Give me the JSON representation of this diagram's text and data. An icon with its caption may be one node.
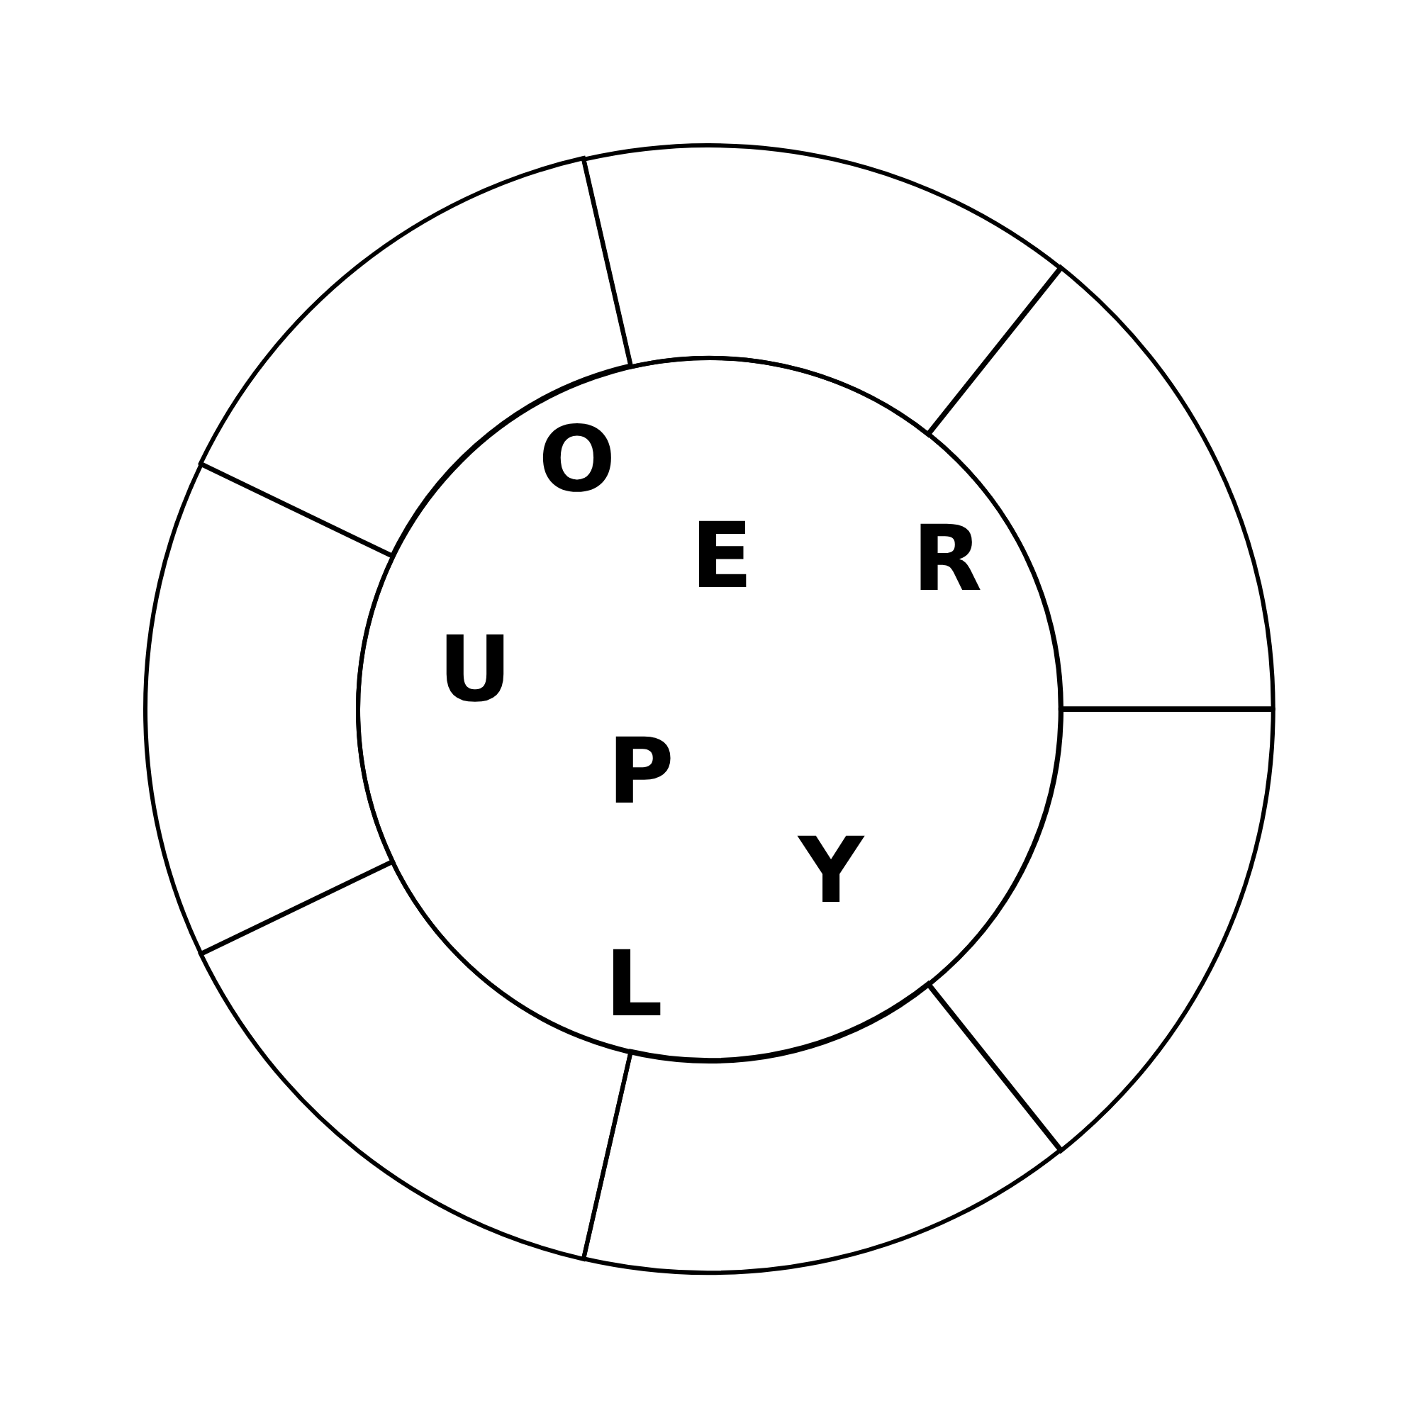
{
  "diagram": {
    "nodes": [
      {
        "text": [
          "O",
          "E",
          "R",
          "U",
          "P",
          "Y",
          "L"
        ]
      },
      {
        "text": [],
        "shape": "segment"
      },
      {
        "text": [],
        "shape": "segment"
      },
      {
        "text": [],
        "shape": "segment"
      },
      {
        "text": [],
        "shape": "segment"
      },
      {
        "text": [],
        "shape": "segment"
      },
      {
        "text": [],
        "shape": "segment"
      },
      {
        "text": [],
        "shape": "segment"
      }
    ]
  }
}
